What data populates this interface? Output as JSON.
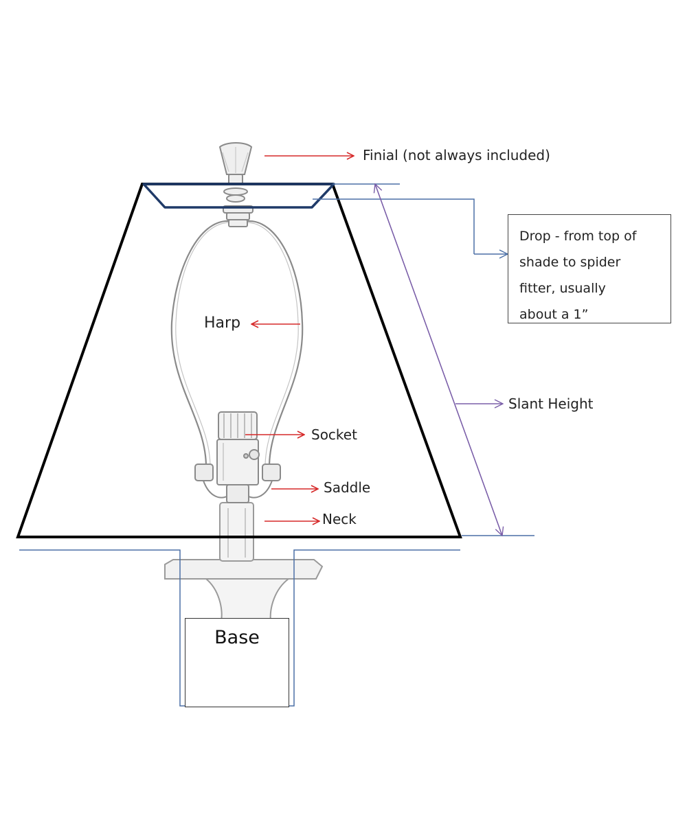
{
  "labels": {
    "finial": "Finial (not always included)",
    "harp": "Harp",
    "socket": "Socket",
    "saddle": "Saddle",
    "neck": "Neck",
    "slant_height": "Slant Height",
    "base": "Base",
    "drop": {
      "line1": "Drop - from top of",
      "line2": "shade to spider",
      "line3": "fitter, usually",
      "line4": "about a 1”"
    }
  },
  "colors": {
    "arrow_red": "#d62828",
    "arrow_purple": "#7a5ea8",
    "drop_line": "#4a6fa5",
    "spider_fitter": "#1f3a68",
    "shade_outline": "#000000",
    "lamp_sketch": "#9a9a9a"
  }
}
